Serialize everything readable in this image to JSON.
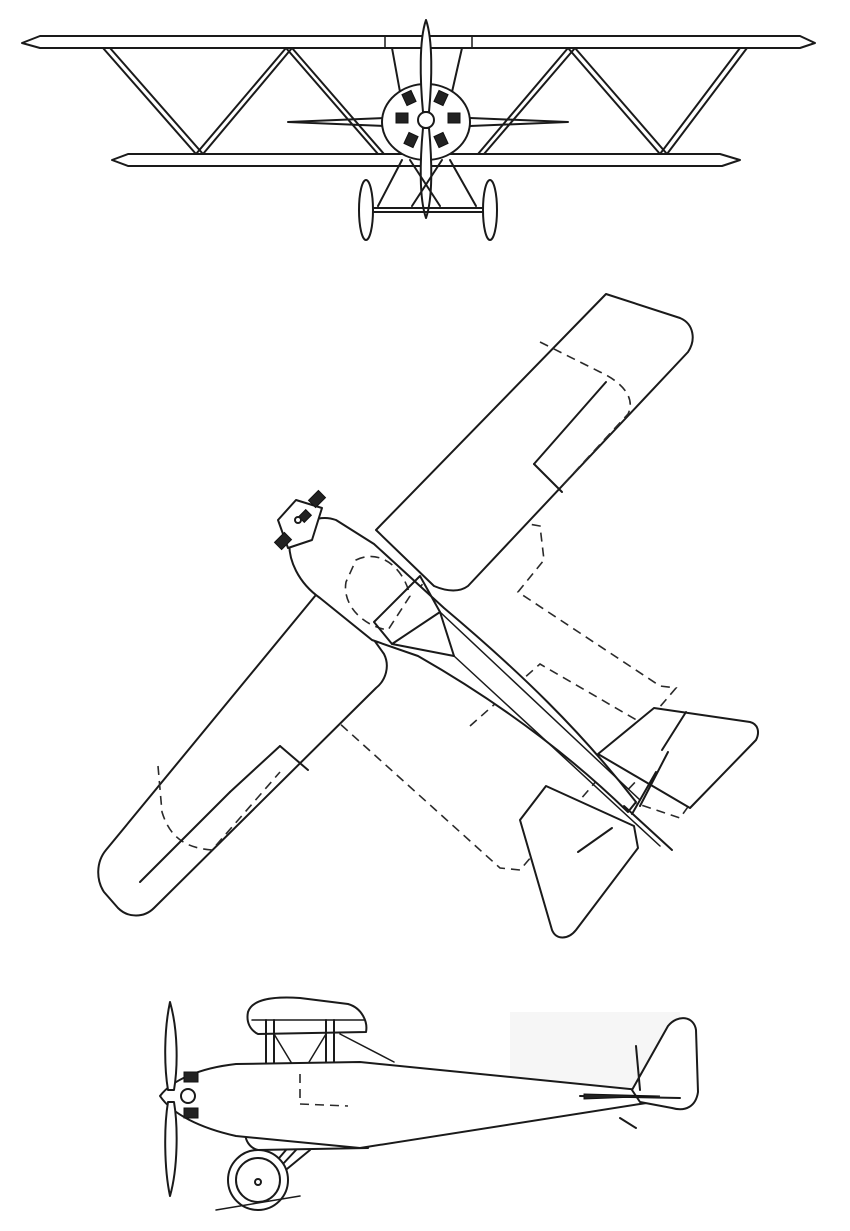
{
  "drawing": {
    "ink_color": "#1a1a1a",
    "paper_color": "#ffffff",
    "views": [
      {
        "id": "front",
        "label": ""
      },
      {
        "id": "plan",
        "label": ""
      },
      {
        "id": "side",
        "label": ""
      }
    ]
  }
}
